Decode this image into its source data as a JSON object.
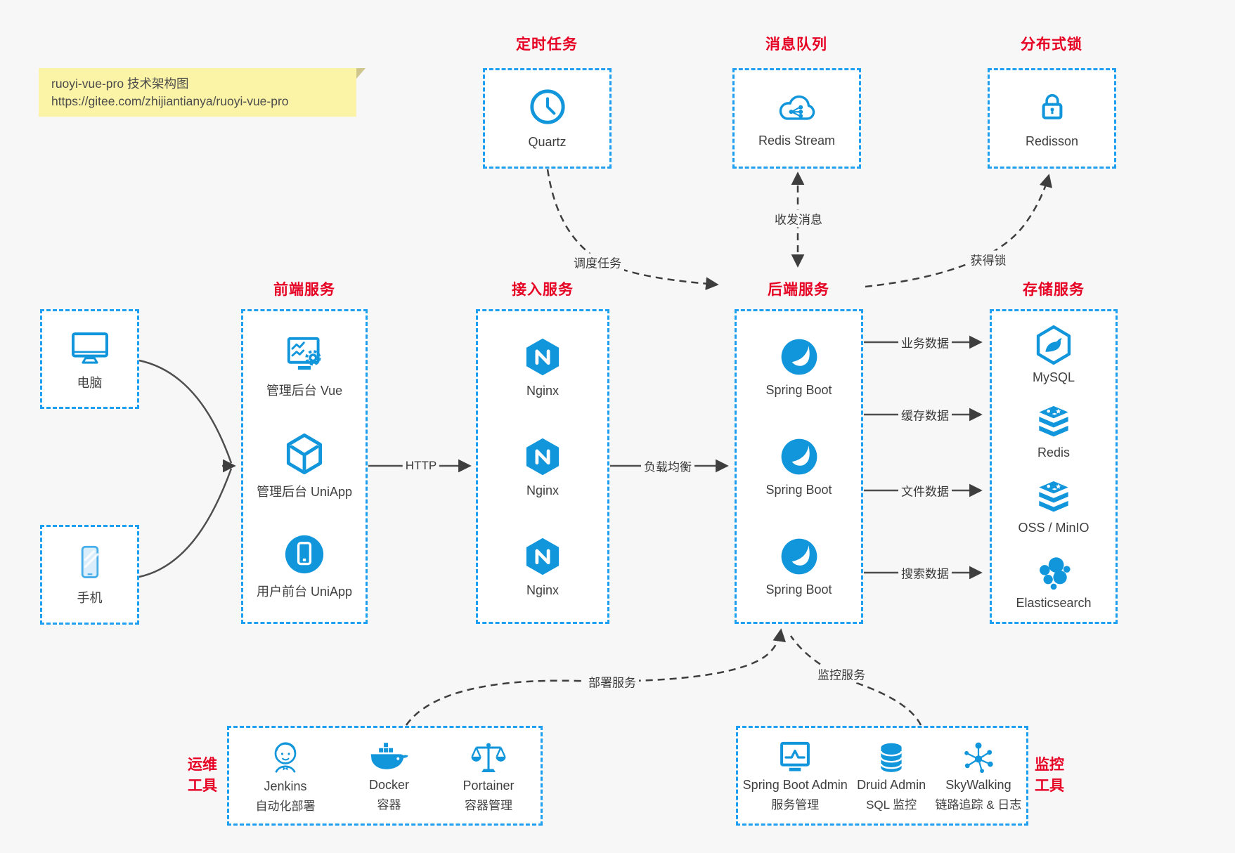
{
  "note": {
    "line1": "ruoyi-vue-pro 技术架构图",
    "line2": "https://gitee.com/zhijiantianya/ruoyi-vue-pro"
  },
  "top_services": [
    {
      "title": "定时任务",
      "label": "Quartz",
      "icon": "clock-icon"
    },
    {
      "title": "消息队列",
      "label": "Redis Stream",
      "icon": "cloud-share-icon"
    },
    {
      "title": "分布式锁",
      "label": "Redisson",
      "icon": "lock-icon"
    }
  ],
  "clients": [
    {
      "label": "电脑",
      "icon": "desktop-icon"
    },
    {
      "label": "手机",
      "icon": "phone-icon"
    }
  ],
  "columns": {
    "frontend": {
      "title": "前端服务",
      "items": [
        {
          "label": "管理后台 Vue",
          "icon": "admin-vue-icon"
        },
        {
          "label": "管理后台 UniApp",
          "icon": "uniapp-cube-icon"
        },
        {
          "label": "用户前台 UniApp",
          "icon": "user-app-icon"
        }
      ]
    },
    "gateway": {
      "title": "接入服务",
      "items": [
        {
          "label": "Nginx",
          "icon": "nginx-icon"
        },
        {
          "label": "Nginx",
          "icon": "nginx-icon"
        },
        {
          "label": "Nginx",
          "icon": "nginx-icon"
        }
      ]
    },
    "backend": {
      "title": "后端服务",
      "items": [
        {
          "label": "Spring Boot",
          "icon": "spring-icon"
        },
        {
          "label": "Spring Boot",
          "icon": "spring-icon"
        },
        {
          "label": "Spring Boot",
          "icon": "spring-icon"
        }
      ]
    },
    "storage": {
      "title": "存储服务",
      "items": [
        {
          "label": "MySQL",
          "icon": "mysql-icon"
        },
        {
          "label": "Redis",
          "icon": "redis-icon"
        },
        {
          "label": "OSS / MinIO",
          "icon": "oss-minio-icon"
        },
        {
          "label": "Elasticsearch",
          "icon": "elasticsearch-icon"
        }
      ]
    }
  },
  "ops_tools": {
    "title_line1": "运维",
    "title_line2": "工具",
    "items": [
      {
        "name": "Jenkins",
        "desc": "自动化部署",
        "icon": "jenkins-icon"
      },
      {
        "name": "Docker",
        "desc": "容器",
        "icon": "docker-icon"
      },
      {
        "name": "Portainer",
        "desc": "容器管理",
        "icon": "portainer-icon"
      }
    ]
  },
  "monitor_tools": {
    "title_line1": "监控",
    "title_line2": "工具",
    "items": [
      {
        "name": "Spring Boot Admin",
        "desc": "服务管理",
        "icon": "spring-boot-admin-icon"
      },
      {
        "name": "Druid Admin",
        "desc": "SQL 监控",
        "icon": "druid-icon"
      },
      {
        "name": "SkyWalking",
        "desc": "链路追踪 & 日志",
        "icon": "skywalking-icon"
      }
    ]
  },
  "edge_labels": {
    "http": "HTTP",
    "load_balance": "负载均衡",
    "schedule": "调度任务",
    "message": "收发消息",
    "lock": "获得锁",
    "business": "业务数据",
    "cache": "缓存数据",
    "file": "文件数据",
    "search": "搜索数据",
    "deploy": "部署服务",
    "monitor": "监控服务"
  },
  "colors": {
    "icon_blue": "#1296db",
    "border_blue": "#1e9ff2",
    "title_red": "#e60023",
    "arrow_dark": "#3e3e3e",
    "note_bg": "#fbf3a6",
    "label_text": "#3f3f3f"
  }
}
